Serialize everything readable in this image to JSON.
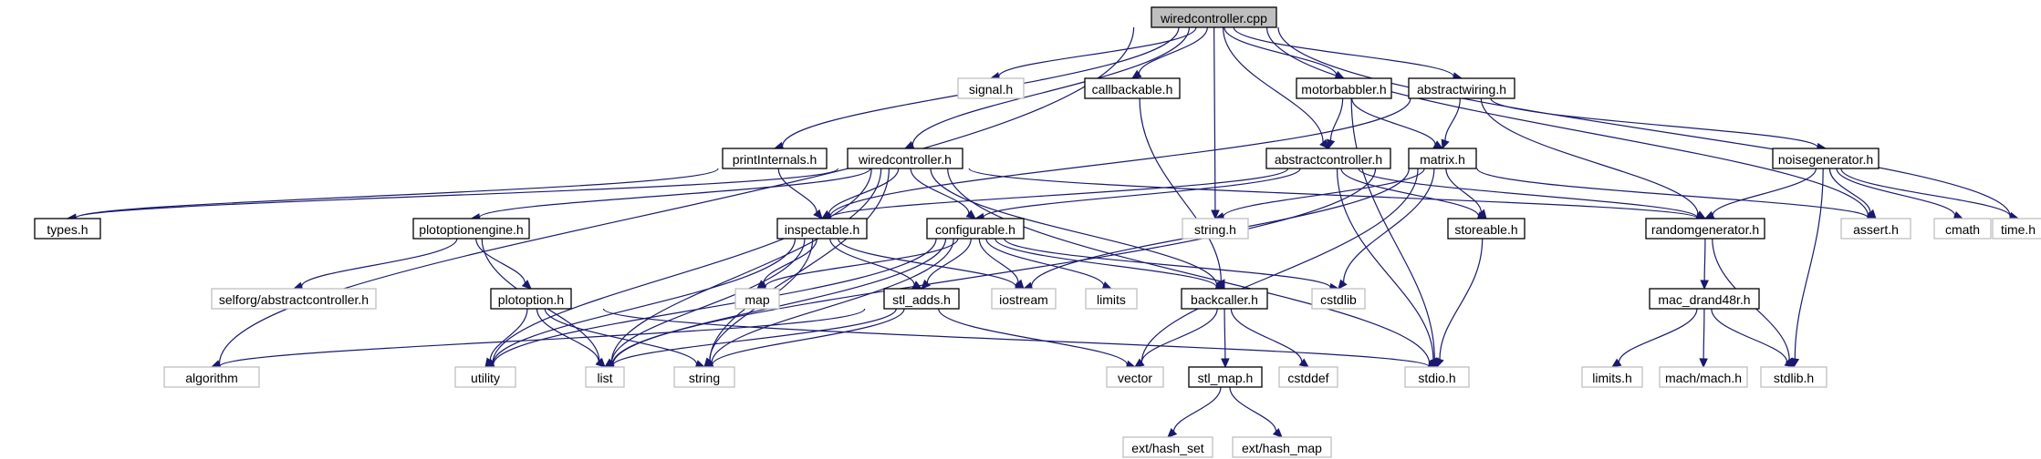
{
  "graph": {
    "nodes": [
      {
        "id": "wiredcontroller_cpp",
        "label": "wiredcontroller.cpp",
        "style": "root"
      },
      {
        "id": "signal_h",
        "label": "signal.h",
        "style": "secondary"
      },
      {
        "id": "callbackable_h",
        "label": "callbackable.h",
        "style": "primary"
      },
      {
        "id": "motorbabbler_h",
        "label": "motorbabbler.h",
        "style": "primary"
      },
      {
        "id": "abstractwiring_h",
        "label": "abstractwiring.h",
        "style": "primary"
      },
      {
        "id": "printInternals_h",
        "label": "printInternals.h",
        "style": "primary"
      },
      {
        "id": "wiredcontroller_h",
        "label": "wiredcontroller.h",
        "style": "primary"
      },
      {
        "id": "abstractcontroller_h",
        "label": "abstractcontroller.h",
        "style": "primary"
      },
      {
        "id": "matrix_h",
        "label": "matrix.h",
        "style": "primary"
      },
      {
        "id": "noisegenerator_h",
        "label": "noisegenerator.h",
        "style": "primary"
      },
      {
        "id": "types_h",
        "label": "types.h",
        "style": "primary"
      },
      {
        "id": "plotoptionengine_h",
        "label": "plotoptionengine.h",
        "style": "primary"
      },
      {
        "id": "inspectable_h",
        "label": "inspectable.h",
        "style": "primary"
      },
      {
        "id": "configurable_h",
        "label": "configurable.h",
        "style": "primary"
      },
      {
        "id": "string_h",
        "label": "string.h",
        "style": "secondary"
      },
      {
        "id": "storeable_h",
        "label": "storeable.h",
        "style": "primary"
      },
      {
        "id": "randomgenerator_h",
        "label": "randomgenerator.h",
        "style": "primary"
      },
      {
        "id": "assert_h",
        "label": "assert.h",
        "style": "secondary"
      },
      {
        "id": "cmath",
        "label": "cmath",
        "style": "secondary"
      },
      {
        "id": "time_h",
        "label": "time.h",
        "style": "secondary"
      },
      {
        "id": "selforg_abstractcontroller_h",
        "label": "selforg/abstractcontroller.h",
        "style": "secondary"
      },
      {
        "id": "plotoption_h",
        "label": "plotoption.h",
        "style": "primary"
      },
      {
        "id": "map",
        "label": "map",
        "style": "secondary"
      },
      {
        "id": "stl_adds_h",
        "label": "stl_adds.h",
        "style": "primary"
      },
      {
        "id": "iostream",
        "label": "iostream",
        "style": "secondary"
      },
      {
        "id": "limits",
        "label": "limits",
        "style": "secondary"
      },
      {
        "id": "backcaller_h",
        "label": "backcaller.h",
        "style": "primary"
      },
      {
        "id": "cstdlib",
        "label": "cstdlib",
        "style": "secondary"
      },
      {
        "id": "mac_drand48r_h",
        "label": "mac_drand48r.h",
        "style": "primary"
      },
      {
        "id": "algorithm",
        "label": "algorithm",
        "style": "secondary"
      },
      {
        "id": "utility",
        "label": "utility",
        "style": "secondary"
      },
      {
        "id": "list",
        "label": "list",
        "style": "secondary"
      },
      {
        "id": "string",
        "label": "string",
        "style": "secondary"
      },
      {
        "id": "vector",
        "label": "vector",
        "style": "secondary"
      },
      {
        "id": "stl_map_h",
        "label": "stl_map.h",
        "style": "primary"
      },
      {
        "id": "cstddef",
        "label": "cstddef",
        "style": "secondary"
      },
      {
        "id": "stdio_h",
        "label": "stdio.h",
        "style": "secondary"
      },
      {
        "id": "limits_h",
        "label": "limits.h",
        "style": "secondary"
      },
      {
        "id": "mach_mach_h",
        "label": "mach/mach.h",
        "style": "secondary"
      },
      {
        "id": "stdlib_h",
        "label": "stdlib.h",
        "style": "secondary"
      },
      {
        "id": "ext_hash_set",
        "label": "ext/hash_set",
        "style": "secondary"
      },
      {
        "id": "ext_hash_map",
        "label": "ext/hash_map",
        "style": "secondary"
      }
    ],
    "edges": [
      [
        "wiredcontroller_cpp",
        "signal_h"
      ],
      [
        "wiredcontroller_cpp",
        "callbackable_h"
      ],
      [
        "wiredcontroller_cpp",
        "motorbabbler_h"
      ],
      [
        "wiredcontroller_cpp",
        "abstractwiring_h"
      ],
      [
        "wiredcontroller_cpp",
        "printInternals_h"
      ],
      [
        "wiredcontroller_cpp",
        "wiredcontroller_h"
      ],
      [
        "wiredcontroller_cpp",
        "abstractcontroller_h"
      ],
      [
        "wiredcontroller_cpp",
        "string_h"
      ],
      [
        "wiredcontroller_cpp",
        "assert_h"
      ],
      [
        "wiredcontroller_cpp",
        "time_h"
      ],
      [
        "wiredcontroller_cpp",
        "algorithm"
      ],
      [
        "callbackable_h",
        "backcaller_h"
      ],
      [
        "motorbabbler_h",
        "abstractcontroller_h"
      ],
      [
        "motorbabbler_h",
        "matrix_h"
      ],
      [
        "motorbabbler_h",
        "stdio_h"
      ],
      [
        "abstractwiring_h",
        "matrix_h"
      ],
      [
        "abstractwiring_h",
        "noisegenerator_h"
      ],
      [
        "abstractwiring_h",
        "randomgenerator_h"
      ],
      [
        "abstractwiring_h",
        "inspectable_h"
      ],
      [
        "printInternals_h",
        "types_h"
      ],
      [
        "printInternals_h",
        "inspectable_h"
      ],
      [
        "wiredcontroller_h",
        "types_h"
      ],
      [
        "wiredcontroller_h",
        "plotoptionengine_h"
      ],
      [
        "wiredcontroller_h",
        "inspectable_h"
      ],
      [
        "wiredcontroller_h",
        "configurable_h"
      ],
      [
        "wiredcontroller_h",
        "randomgenerator_h"
      ],
      [
        "wiredcontroller_h",
        "backcaller_h"
      ],
      [
        "wiredcontroller_h",
        "string"
      ],
      [
        "wiredcontroller_h",
        "stdio_h"
      ],
      [
        "wiredcontroller_h",
        "utility"
      ],
      [
        "wiredcontroller_h",
        "list"
      ],
      [
        "abstractcontroller_h",
        "inspectable_h"
      ],
      [
        "abstractcontroller_h",
        "configurable_h"
      ],
      [
        "abstractcontroller_h",
        "storeable_h"
      ],
      [
        "abstractcontroller_h",
        "randomgenerator_h"
      ],
      [
        "abstractcontroller_h",
        "stdio_h"
      ],
      [
        "matrix_h",
        "string_h"
      ],
      [
        "matrix_h",
        "storeable_h"
      ],
      [
        "matrix_h",
        "assert_h"
      ],
      [
        "matrix_h",
        "iostream"
      ],
      [
        "matrix_h",
        "cstdlib"
      ],
      [
        "matrix_h",
        "list"
      ],
      [
        "matrix_h",
        "vector"
      ],
      [
        "noisegenerator_h",
        "randomgenerator_h"
      ],
      [
        "noisegenerator_h",
        "assert_h"
      ],
      [
        "noisegenerator_h",
        "cmath"
      ],
      [
        "noisegenerator_h",
        "time_h"
      ],
      [
        "noisegenerator_h",
        "stdlib_h"
      ],
      [
        "plotoptionengine_h",
        "selforg_abstractcontroller_h"
      ],
      [
        "plotoptionengine_h",
        "plotoption_h"
      ],
      [
        "plotoptionengine_h",
        "list"
      ],
      [
        "inspectable_h",
        "map"
      ],
      [
        "inspectable_h",
        "stl_adds_h"
      ],
      [
        "inspectable_h",
        "iostream"
      ],
      [
        "inspectable_h",
        "utility"
      ],
      [
        "inspectable_h",
        "list"
      ],
      [
        "inspectable_h",
        "string"
      ],
      [
        "configurable_h",
        "map"
      ],
      [
        "configurable_h",
        "stl_adds_h"
      ],
      [
        "configurable_h",
        "iostream"
      ],
      [
        "configurable_h",
        "limits"
      ],
      [
        "configurable_h",
        "backcaller_h"
      ],
      [
        "configurable_h",
        "cstdlib"
      ],
      [
        "configurable_h",
        "utility"
      ],
      [
        "configurable_h",
        "list"
      ],
      [
        "configurable_h",
        "string"
      ],
      [
        "storeable_h",
        "stdio_h"
      ],
      [
        "randomgenerator_h",
        "mac_drand48r_h"
      ],
      [
        "randomgenerator_h",
        "stdlib_h"
      ],
      [
        "plotoption_h",
        "utility"
      ],
      [
        "plotoption_h",
        "list"
      ],
      [
        "plotoption_h",
        "string"
      ],
      [
        "plotoption_h",
        "stdio_h"
      ],
      [
        "stl_adds_h",
        "algorithm"
      ],
      [
        "stl_adds_h",
        "list"
      ],
      [
        "stl_adds_h",
        "string"
      ],
      [
        "stl_adds_h",
        "vector"
      ],
      [
        "backcaller_h",
        "vector"
      ],
      [
        "backcaller_h",
        "stl_map_h"
      ],
      [
        "backcaller_h",
        "cstddef"
      ],
      [
        "mac_drand48r_h",
        "limits_h"
      ],
      [
        "mac_drand48r_h",
        "mach_mach_h"
      ],
      [
        "mac_drand48r_h",
        "stdlib_h"
      ],
      [
        "stl_map_h",
        "ext_hash_set"
      ],
      [
        "stl_map_h",
        "ext_hash_map"
      ]
    ],
    "colors": {
      "edge": "#191970",
      "primary_border": "#000000",
      "secondary_border": "#bfbfbf",
      "root_fill": "#bfbfbf"
    }
  }
}
